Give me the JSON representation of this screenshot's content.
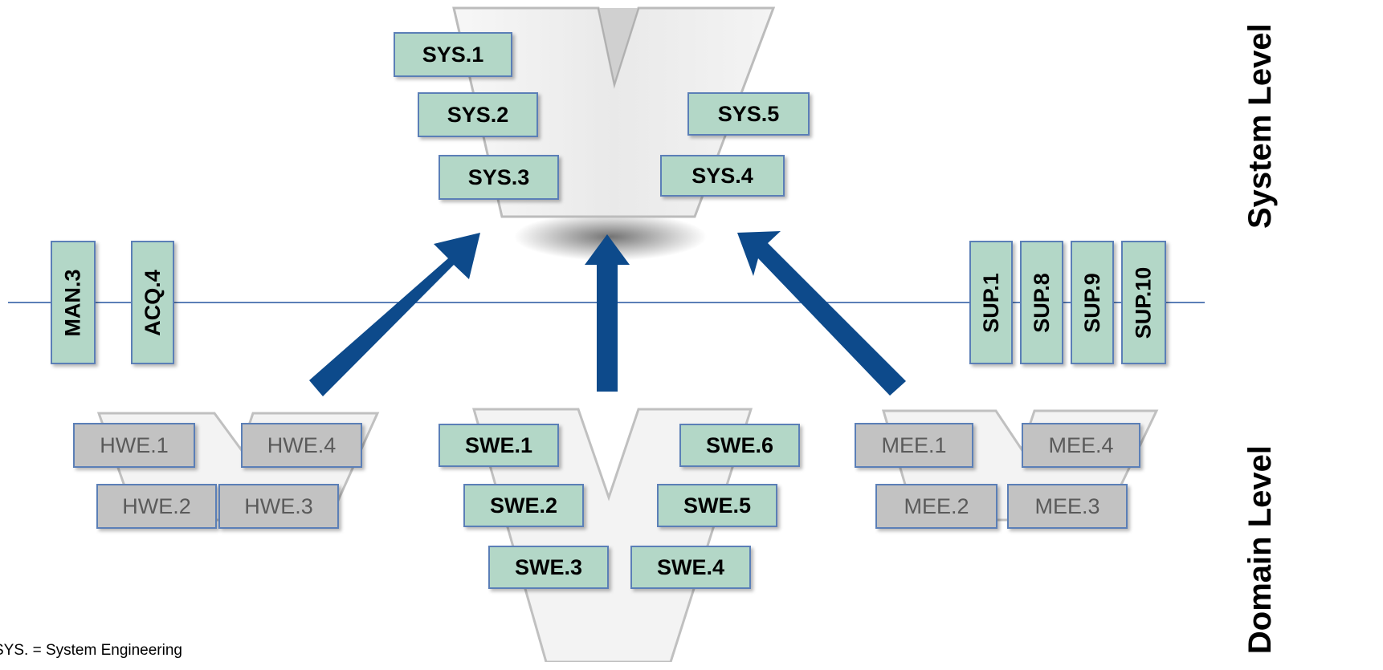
{
  "system_boxes": [
    "SYS.1",
    "SYS.2",
    "SYS.3",
    "SYS.4",
    "SYS.5"
  ],
  "process_boxes": [
    "MAN.3",
    "ACQ.4",
    "SUP.1",
    "SUP.8",
    "SUP.9",
    "SUP.10"
  ],
  "hardware_boxes": [
    "HWE.1",
    "HWE.2",
    "HWE.3",
    "HWE.4"
  ],
  "software_boxes": [
    "SWE.1",
    "SWE.2",
    "SWE.3",
    "SWE.4",
    "SWE.5",
    "SWE.6"
  ],
  "mechanical_boxes": [
    "MEE.1",
    "MEE.2",
    "MEE.3",
    "MEE.4"
  ],
  "level_labels": {
    "system": "System Level",
    "domain": "Domain Level"
  },
  "footnote": "SYS. = System Engineering",
  "colors": {
    "arrow": "#0d4a8b",
    "line": "#5b7fb7",
    "green_box": "#b3d7c7",
    "grey_box": "#c2c2c2"
  }
}
